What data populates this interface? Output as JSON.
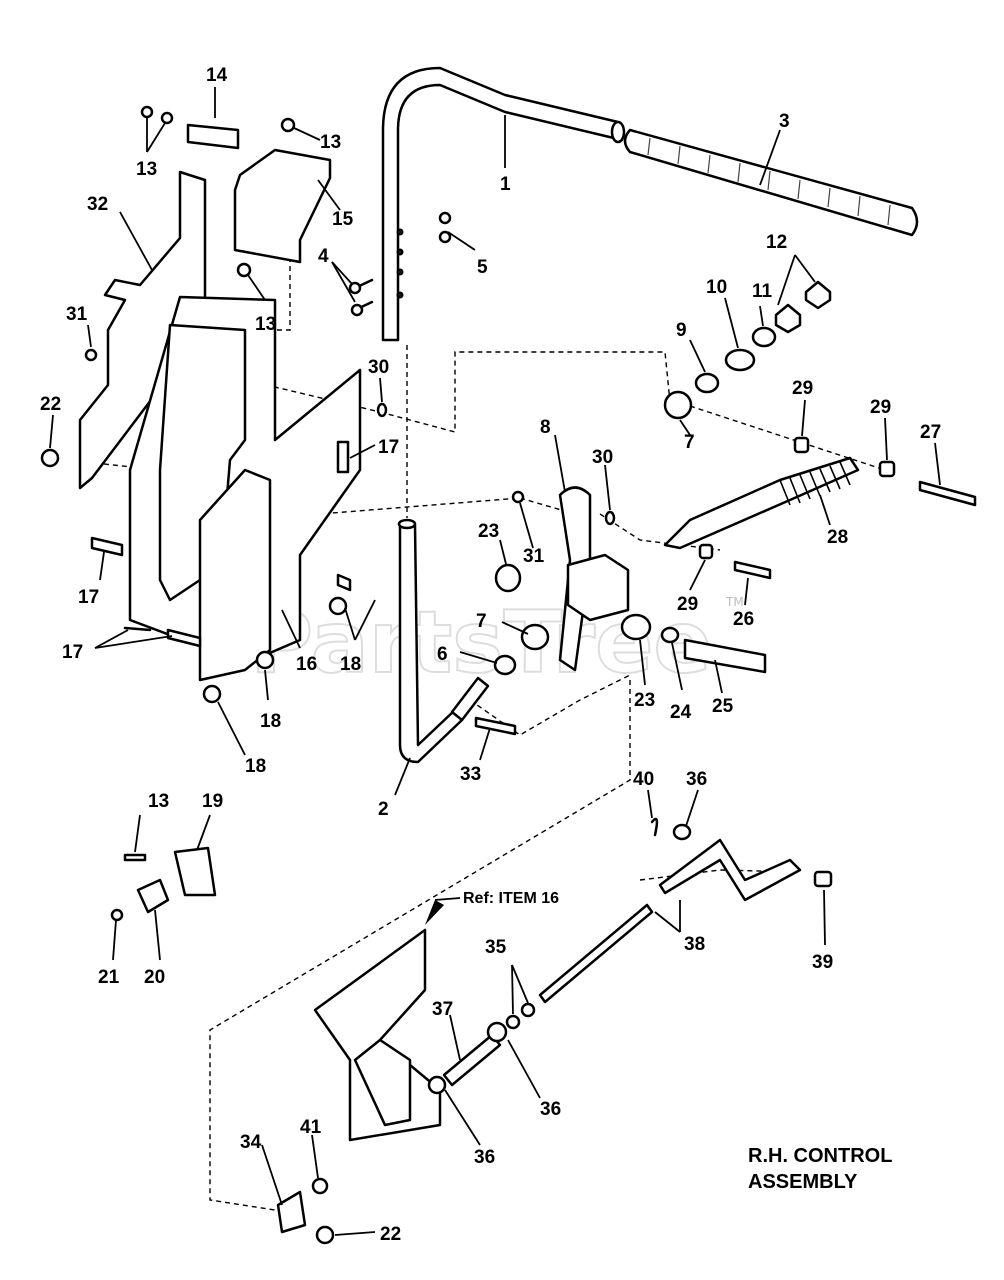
{
  "watermark": "PartsTree",
  "watermark_tm": "TM",
  "ref_label": "Ref: ITEM 16",
  "caption": [
    "R.H. CONTROL",
    "ASSEMBLY"
  ],
  "callouts": {
    "c1": "1",
    "c2": "2",
    "c3": "3",
    "c4": "4",
    "c5": "5",
    "c6": "6",
    "c7a": "7",
    "c7b": "7",
    "c8": "8",
    "c9": "9",
    "c10": "10",
    "c11": "11",
    "c12": "12",
    "c13a": "13",
    "c13b": "13",
    "c13c": "13",
    "c13d": "13",
    "c14": "14",
    "c15": "15",
    "c16": "16",
    "c17a": "17",
    "c17b": "17",
    "c17c": "17",
    "c18a": "18",
    "c18b": "18",
    "c18c": "18",
    "c19": "19",
    "c20": "20",
    "c21": "21",
    "c22a": "22",
    "c22b": "22",
    "c23a": "23",
    "c23b": "23",
    "c24": "24",
    "c25": "25",
    "c26": "26",
    "c27": "27",
    "c28": "28",
    "c29a": "29",
    "c29b": "29",
    "c29c": "29",
    "c30a": "30",
    "c30b": "30",
    "c31a": "31",
    "c31b": "31",
    "c32": "32",
    "c33": "33",
    "c34": "34",
    "c35": "35",
    "c36a": "36",
    "c36b": "36",
    "c36c": "36",
    "c37": "37",
    "c38": "38",
    "c39": "39",
    "c40": "40",
    "c41": "41"
  }
}
